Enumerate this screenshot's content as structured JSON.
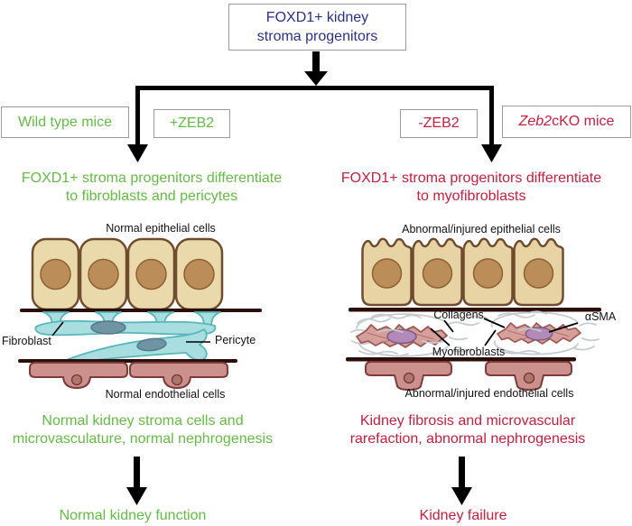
{
  "top_box": {
    "lines": [
      "FOXD1+ kidney",
      "stroma progenitors"
    ]
  },
  "branches": {
    "wild_type": "Wild type mice",
    "plus_zeb2": "+ZEB2",
    "minus_zeb2": "-ZEB2",
    "cko_italic": "Zeb2",
    "cko_rest": " cKO mice"
  },
  "left": {
    "differentiation": [
      "FOXD1+ stroma progenitors differentiate",
      "to fibroblasts and pericytes"
    ],
    "labels": {
      "epithelial": "Normal epithelial cells",
      "fibroblast": "Fibroblast",
      "pericyte": "Pericyte",
      "endothelial": "Normal endothelial cells"
    },
    "outcome": [
      "Normal kidney stroma cells and",
      "microvasculature, normal nephrogenesis"
    ],
    "result": "Normal kidney function"
  },
  "right": {
    "differentiation": [
      "FOXD1+ stroma progenitors differentiate",
      "to myofibroblasts"
    ],
    "labels": {
      "epithelial": "Abnormal/injured epithelial cells",
      "collagens": "Collagens",
      "asma": "αSMA",
      "myofibroblasts": "Myofibroblasts",
      "endothelial": "Abnormal/injured endothelial cells"
    },
    "outcome": [
      "Kidney fibrosis and microvascular",
      "rarefaction, abnormal nephrogenesis"
    ],
    "result": "Kidney failure"
  },
  "colors": {
    "green": "#64bb45",
    "red": "#c41f3e",
    "navy": "#2b3087",
    "epithelial_fill": "#ead9ab",
    "stroma_blue": "#a9dee0",
    "endothelial_pink": "#cd918d",
    "myofibroblast_pink": "#d5a09b",
    "collagen_gray": "#c6cbce"
  }
}
